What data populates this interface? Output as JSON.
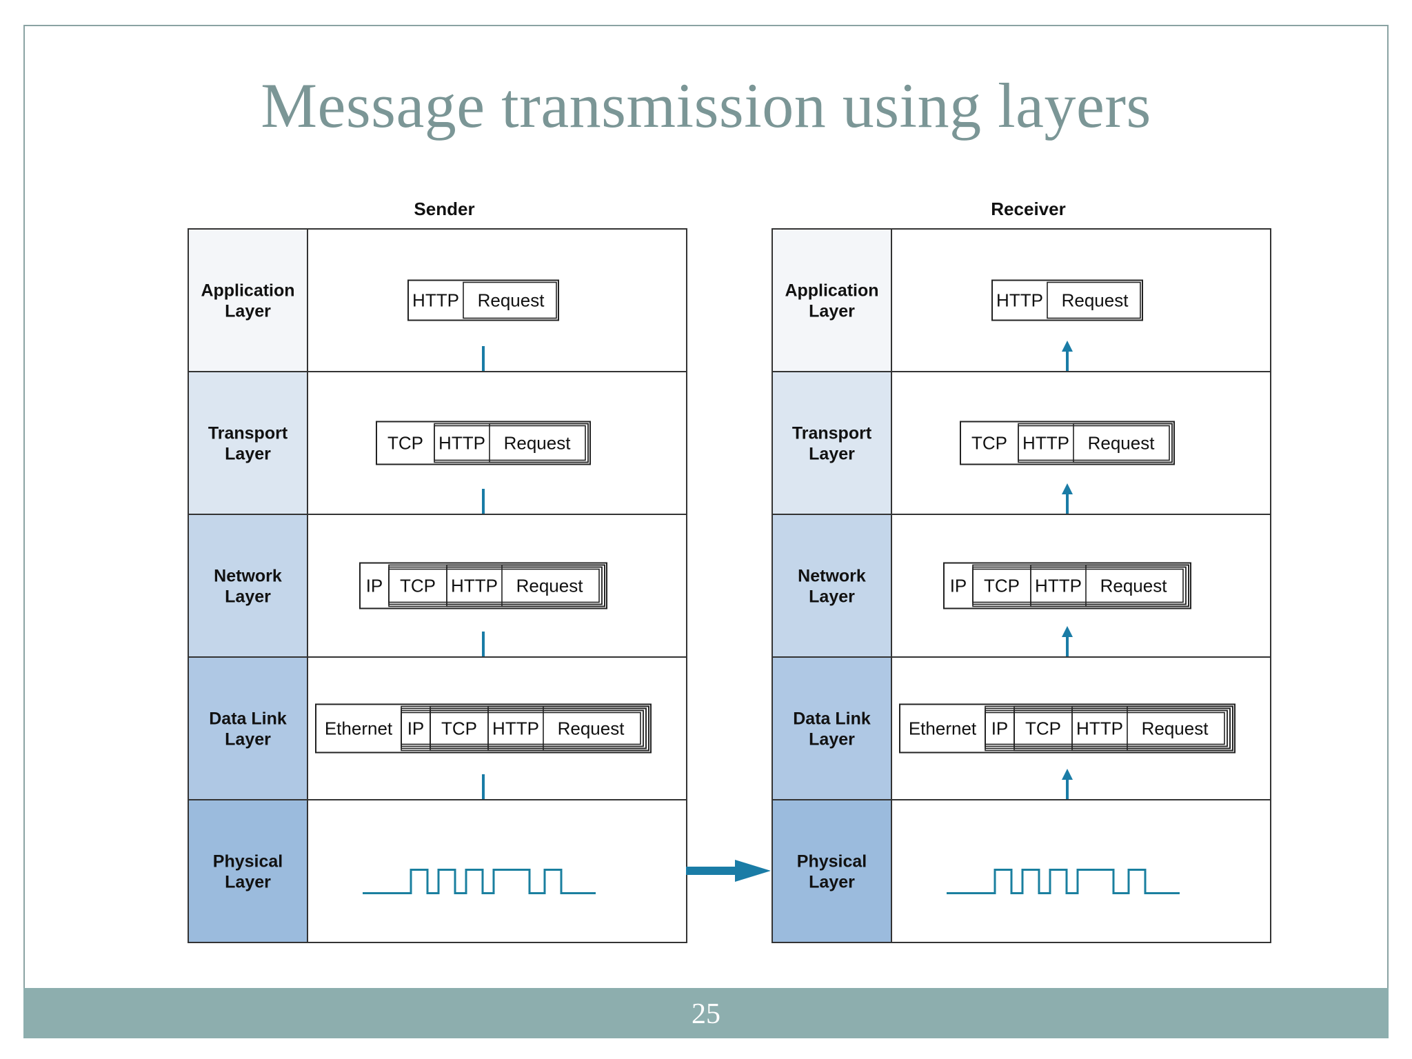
{
  "slide": {
    "title": "Message transmission using layers",
    "page_number": "25"
  },
  "panels": [
    {
      "title": "Sender",
      "direction": "down",
      "layers": [
        {
          "label_line1": "Application",
          "label_line2": "Layer",
          "headers": [
            "HTTP",
            "Request"
          ]
        },
        {
          "label_line1": "Transport",
          "label_line2": "Layer",
          "headers": [
            "TCP",
            "HTTP",
            "Request"
          ]
        },
        {
          "label_line1": "Network",
          "label_line2": "Layer",
          "headers": [
            "IP",
            "TCP",
            "HTTP",
            "Request"
          ]
        },
        {
          "label_line1": "Data Link",
          "label_line2": "Layer",
          "headers": [
            "Ethernet",
            "IP",
            "TCP",
            "HTTP",
            "Request"
          ]
        },
        {
          "label_line1": "Physical",
          "label_line2": "Layer",
          "headers": []
        }
      ]
    },
    {
      "title": "Receiver",
      "direction": "up",
      "layers": [
        {
          "label_line1": "Application",
          "label_line2": "Layer",
          "headers": [
            "HTTP",
            "Request"
          ]
        },
        {
          "label_line1": "Transport",
          "label_line2": "Layer",
          "headers": [
            "TCP",
            "HTTP",
            "Request"
          ]
        },
        {
          "label_line1": "Network",
          "label_line2": "Layer",
          "headers": [
            "IP",
            "TCP",
            "HTTP",
            "Request"
          ]
        },
        {
          "label_line1": "Data Link",
          "label_line2": "Layer",
          "headers": [
            "Ethernet",
            "IP",
            "TCP",
            "HTTP",
            "Request"
          ]
        },
        {
          "label_line1": "Physical",
          "label_line2": "Layer",
          "headers": []
        }
      ]
    }
  ],
  "colors": {
    "arrow": "#1a7ca6",
    "signal": "#1a7f9f",
    "label_column": [
      "#f4f6f9",
      "#dce6f1",
      "#c4d6ea",
      "#afc8e4",
      "#9bbbdd"
    ]
  }
}
